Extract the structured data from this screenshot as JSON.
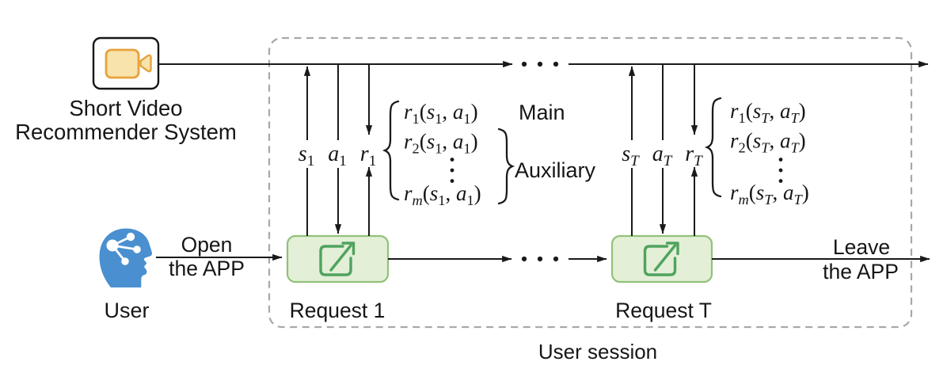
{
  "recommender": {
    "icon": "video-camera-icon",
    "label1": "Short Video",
    "label2": "Recommender System"
  },
  "user": {
    "icon": "user-head-share-icon",
    "label": "User"
  },
  "open_app": {
    "word1": "Open",
    "word2": "the APP"
  },
  "leave_app": {
    "word1": "Leave",
    "word2": "the APP"
  },
  "session_label": "User session",
  "ellipsis": "⋯",
  "request1": {
    "label": "Request 1",
    "icon": "external-link-icon",
    "state": "s_1",
    "action": "a_1",
    "reward": "r_1",
    "rewards": [
      "r_1(s_1, a_1)",
      "r_2(s_1, a_1)",
      "r_m(s_1, a_1)"
    ],
    "vdots": "⋮"
  },
  "requestT": {
    "label": "Request T",
    "icon": "external-link-icon",
    "state": "s_T",
    "action": "a_T",
    "reward": "r_T",
    "rewards": [
      "r_1(s_T, a_T)",
      "r_2(s_T, a_T)",
      "r_m(s_T, a_T)"
    ],
    "vdots": "⋮"
  },
  "reward_types": {
    "main": "Main",
    "auxiliary": "Auxiliary"
  },
  "colors": {
    "line": "#1a1a1a",
    "dashed_border": "#a8a8a8",
    "request_box_fill": "#e3efd6",
    "request_box_border": "#92c17a",
    "external_link_green": "#4fa35e",
    "camera_orange": "#e6a33d",
    "camera_fill": "#f9e3ac",
    "user_blue": "#4a90d0"
  }
}
